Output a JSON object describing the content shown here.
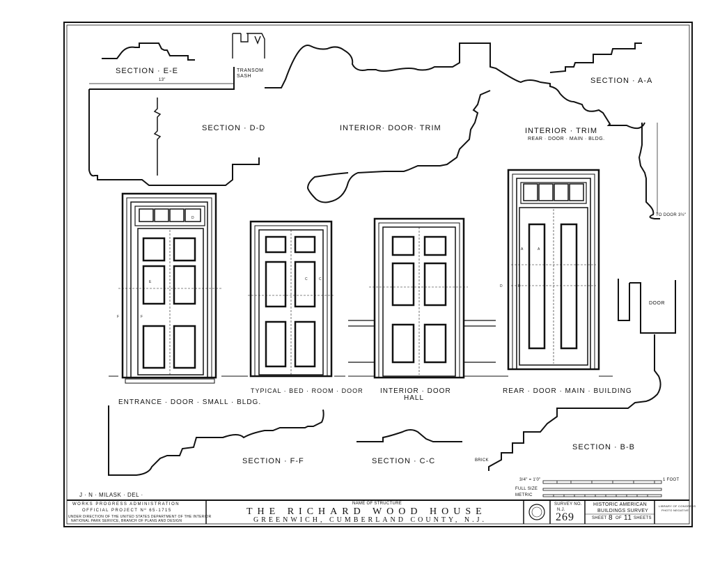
{
  "sections": {
    "e_e": "SECTION · E-E",
    "transom_sash": "TRANSOM SASH",
    "d_d": "SECTION · D-D",
    "interior_door_trim": "INTERIOR· DOOR· TRIM",
    "interior_trim": "INTERIOR · TRIM",
    "interior_trim_sub": "REAR · DOOR · MAIN · BLDG.",
    "a_a": "SECTION · A-A",
    "to_door": "TO DOOR 3½\"",
    "door_label": "DOOR",
    "b_b": "SECTION · B-B",
    "f_f": "SECTION · F-F",
    "c_c": "SECTION · C-C",
    "brick": "BRICK"
  },
  "doors": {
    "entrance": "ENTRANCE · DOOR · SMALL · BLDG.",
    "typical": "TYPICAL · BED · ROOM · DOOR",
    "interior_hall_1": "INTERIOR · DOOR",
    "interior_hall_2": "HALL",
    "rear": "REAR · DOOR · MAIN · BUILDING"
  },
  "markers": {
    "e": "E",
    "f": "F",
    "c": "C",
    "a": "A",
    "b": "B",
    "d": "D",
    "dim_13": "13\""
  },
  "scale": {
    "scale_label": "3/4\" = 1'0\"",
    "full_size": "FULL SIZE",
    "metric": "METRIC",
    "feet": "1 FOOT"
  },
  "draftsman": "J · N · MILASK · DEL ·",
  "title_block": {
    "wpa": "WORKS PROGRESS ADMINISTRATION",
    "project": "OFFICIAL PROJECT Nº 65-1715",
    "under": "UNDER DIRECTION OF THE UNITED STATES DEPARTMENT OF THE INTERIOR",
    "nps": "NATIONAL PARK SERVICE, BRANCH OF PLANS AND DESIGN",
    "name_of_structure": "NAME OF STRUCTURE",
    "structure": "THE RICHARD WOOD HOUSE",
    "location": "GREENWICH, CUMBERLAND COUNTY, N.J.",
    "survey_no_label": "SURVEY NO.",
    "survey_prefix": "N.J.",
    "survey_no": "269",
    "habs_1": "HISTORIC AMERICAN",
    "habs_2": "BUILDINGS SURVEY",
    "sheet_word": "SHEET",
    "sheet_no": "8",
    "of_word": "OF",
    "sheet_total": "11",
    "sheets_word": "SHEETS",
    "library_1": "LIBRARY OF CONGRESS",
    "library_2": "PHOTO NEGATIVE"
  }
}
